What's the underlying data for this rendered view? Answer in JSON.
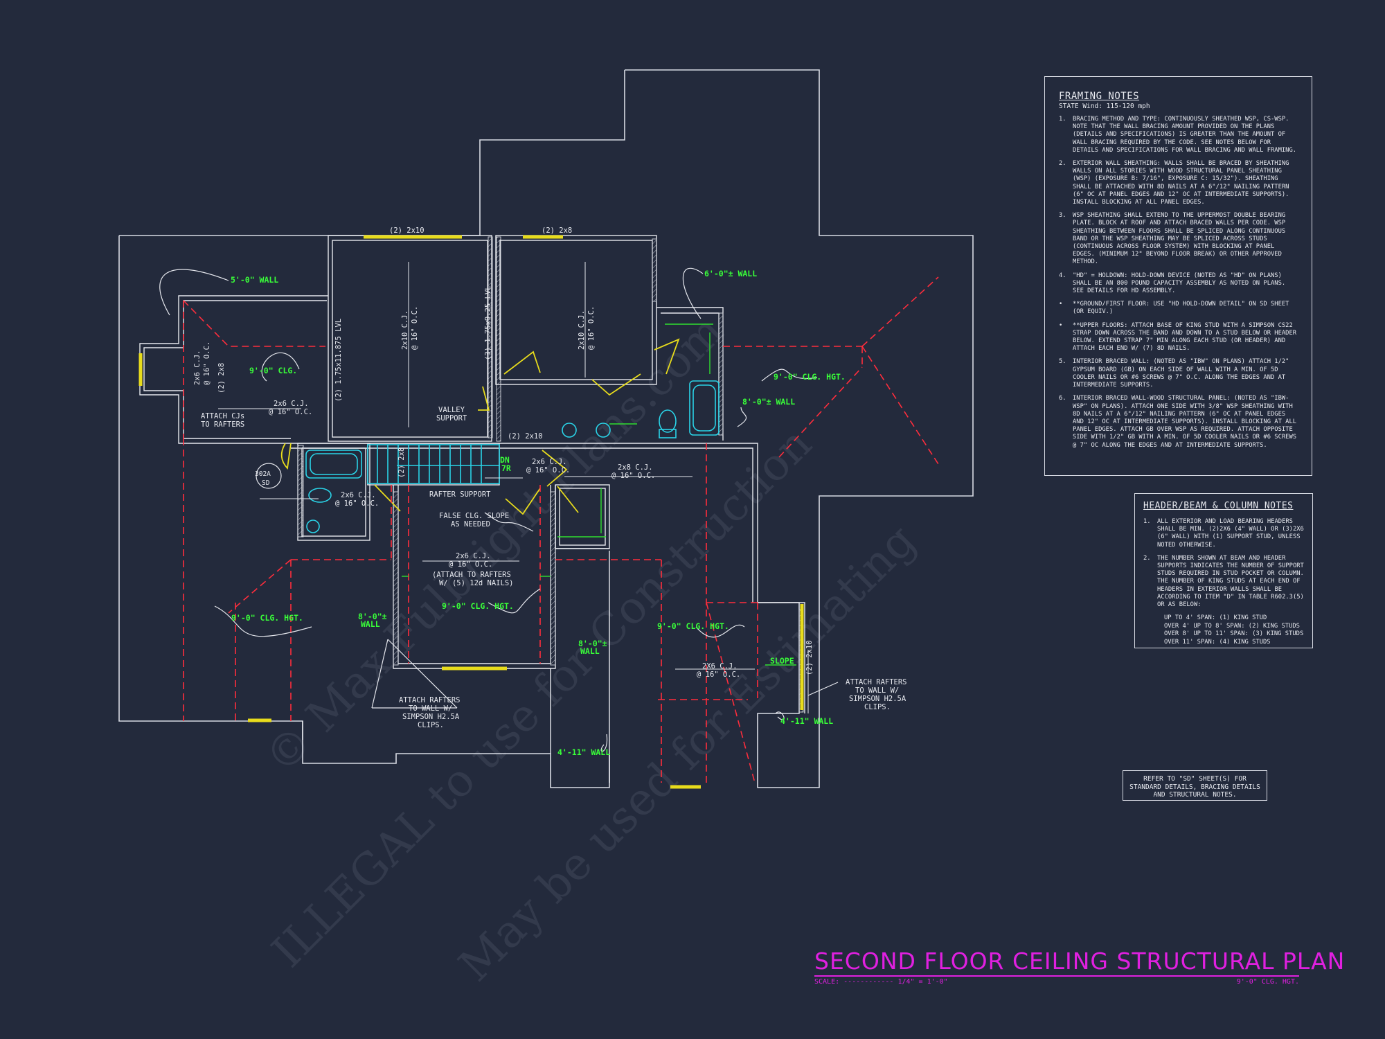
{
  "drawing": {
    "title": "SECOND FLOOR CEILING STRUCTURAL PLAN",
    "scale_label": "SCALE:",
    "scale_value": "1/4\" = 1'-0\"",
    "ceiling_height": "9'-0\" CLG. HGT."
  },
  "watermark": {
    "line1": "© Max Fulbright Plans.com",
    "line2": "ILLEGAL to use for Construction",
    "line3": "May be used for Estimating"
  },
  "framing_notes": {
    "title": "FRAMING NOTES",
    "subtitle": "STATE Wind: 115-120 mph",
    "items": [
      {
        "num": "1.",
        "text": "BRACING METHOD AND TYPE: CONTINUOUSLY SHEATHED WSP, CS-WSP. NOTE THAT THE WALL BRACING AMOUNT PROVIDED ON THE PLANS (DETAILS AND SPECIFICATIONS) IS GREATER THAN THE AMOUNT OF WALL BRACING REQUIRED BY THE CODE. SEE NOTES BELOW FOR DETAILS AND SPECIFICATIONS FOR WALL BRACING AND WALL FRAMING."
      },
      {
        "num": "2.",
        "text": "EXTERIOR WALL SHEATHING: WALLS SHALL BE BRACED BY SHEATHING WALLS ON ALL STORIES WITH WOOD STRUCTURAL PANEL SHEATHING (WSP) (EXPOSURE B: 7/16\", EXPOSURE C: 15/32\"). SHEATHING SHALL BE ATTACHED WITH 8d NAILS AT A 6\"/12\" NAILING PATTERN (6\" OC AT PANEL EDGES AND 12\" OC AT INTERMEDIATE SUPPORTS). INSTALL BLOCKING AT ALL PANEL EDGES."
      },
      {
        "num": "3.",
        "text": "WSP SHEATHING SHALL EXTEND TO THE UPPERMOST DOUBLE BEARING PLATE. BLOCK AT ROOF AND ATTACH BRACED WALLS PER CODE. WSP SHEATHING BETWEEN FLOORS SHALL BE SPLICED ALONG CONTINUOUS BAND OR THE WSP SHEATHING MAY BE SPLICED ACROSS STUDS (CONTINUOUS ACROSS FLOOR SYSTEM) WITH BLOCKING AT PANEL EDGES. (MINIMUM 12\" BEYOND FLOOR BREAK) OR OTHER APPROVED METHOD."
      },
      {
        "num": "4.",
        "text": "\"HD\" = HOLDOWN: HOLD-DOWN DEVICE (NOTED AS \"HD\" ON PLANS) SHALL BE AN 800 POUND CAPACITY ASSEMBLY AS NOTED ON PLANS. SEE DETAILS FOR HD ASSEMBLY."
      },
      {
        "num": "•",
        "text": "**GROUND/FIRST FLOOR: USE \"HD HOLD-DOWN DETAIL\" ON SD SHEET (OR EQUIV.)"
      },
      {
        "num": "•",
        "text": "**UPPER FLOORS: ATTACH BASE OF KING STUD WITH A SIMPSON CS22 STRAP DOWN ACROSS THE BAND AND DOWN TO A STUD BELOW OR HEADER BELOW. EXTEND STRAP 7\" MIN ALONG EACH STUD (OR HEADER) AND ATTACH EACH END W/ (7) 8d NAILS."
      },
      {
        "num": "5.",
        "text": "INTERIOR BRACED WALL: (NOTED AS \"IBW\" ON PLANS) ATTACH 1/2\" GYPSUM BOARD (GB) ON EACH SIDE OF WALL WITH A MIN. OF 5d COOLER NAILS OR #6 SCREWS @ 7\" O.C. ALONG THE EDGES AND AT INTERMEDIATE SUPPORTS."
      },
      {
        "num": "6.",
        "text": "INTERIOR BRACED WALL-WOOD STRUCTURAL PANEL: (NOTED AS \"IBW-WSP\" ON PLANS). ATTACH ONE SIDE WITH 3/8\" WSP SHEATHING WITH 8d NAILS AT A 6\"/12\" NAILING PATTERN (6\" OC AT PANEL EDGES AND 12\" OC AT INTERMEDIATE SUPPORTS). INSTALL BLOCKING AT ALL PANEL EDGES. ATTACH GB OVER WSP AS REQUIRED. ATTACH OPPOSITE SIDE WITH 1/2\" GB WITH A MIN. OF 5d COOLER NAILS OR #6 SCREWS @ 7\" OC ALONG THE EDGES AND AT INTERMEDIATE SUPPORTS."
      }
    ]
  },
  "header_notes": {
    "title": "HEADER/BEAM & COLUMN NOTES",
    "items": [
      {
        "num": "1.",
        "text": "ALL EXTERIOR AND LOAD BEARING HEADERS SHALL BE MIN. (2)2x6 (4\" WALL) OR (3)2x6 (6\" WALL) WITH (1) SUPPORT STUD, UNLESS NOTED OTHERWISE."
      },
      {
        "num": "2.",
        "text": "THE NUMBER SHOWN AT BEAM AND HEADER SUPPORTS INDICATES THE NUMBER OF SUPPORT STUDS REQUIRED IN STUD POCKET OR COLUMN. THE NUMBER OF KING STUDS AT EACH END OF HEADERS IN EXTERIOR WALLS SHALL BE ACCORDING TO ITEM \"d\" IN TABLE R602.3(5) OR AS BELOW:"
      }
    ],
    "spans": [
      "UP TO 4' SPAN: (1) KING STUD",
      "OVER 4' UP TO 8' SPAN: (2) KING STUDS",
      "OVER 8' UP TO 11' SPAN: (3) KING STUDS",
      "OVER 11' SPAN: (4) KING STUDS"
    ]
  },
  "refer_note": "REFER TO \"SD\" SHEET(S) FOR STANDARD DETAILS, BRACING DETAILS AND STRUCTURAL NOTES.",
  "plan_labels": {
    "beam_2x10_top": "(2) 2x10",
    "beam_2x8_top": "(2) 2x8",
    "beam_2x10_stair": "(2) 2x10",
    "beam_2x8_vert": "(2) 2x8",
    "beam_2x10_right": "(2) 2x10",
    "beam_2x8_left": "(2) 2x8",
    "lvl_1": "(2) 1.75x11.875 LVL",
    "lvl_2": "(3) 1.75x9.25 LVL",
    "cj_room1": "2x10 C.J.",
    "cj_room1_oc": "@ 16\" O.C.",
    "cj_room2": "2x10 C.J.",
    "cj_room2_oc": "@ 16\" O.C.",
    "cj_left": "2x6 C.J.",
    "cj_left_oc": "@ 16\" O.C.",
    "cj_attach": "2x6 C.J.",
    "cj_attach_oc": "@ 16\" O.C.",
    "attach_cjs_1": "ATTACH CJs",
    "attach_cjs_2": "TO RAFTERS",
    "cj_bath": "2x6 C.J.",
    "cj_bath_oc": "@ 16\" O.C.",
    "cj_hall": "2x6 C.J.",
    "cj_hall_oc": "@ 16\" O.C.",
    "cj_2x8": "2x8 C.J.",
    "cj_2x8_oc": "@ 16\" O.C.",
    "cj_center": "2x6 C.J.",
    "cj_center_oc": "@ 16\" O.C.",
    "cj_center_attach1": "(ATTACH TO RAFTERS",
    "cj_center_attach2": "W/ (5) 12d NAILS)",
    "cj_right": "2X6 C.J.",
    "cj_right_oc": "@ 16\" O.C.",
    "valley_1": "VALLEY",
    "valley_2": "SUPPORT",
    "rafter_support": "RAFTER SUPPORT",
    "false_clg_1": "FALSE CLG. SLOPE",
    "false_clg_2": "AS NEEDED",
    "attach_rafters_l1": "ATTACH RAFTERS",
    "attach_rafters_l2": "TO WALL W/",
    "attach_rafters_l3": "SIMPSON H2.5A",
    "attach_rafters_l4": "CLIPS.",
    "attach_rafters_r1": "ATTACH RAFTERS",
    "attach_rafters_r2": "TO WALL W/",
    "attach_rafters_r3": "SIMPSON H2.5A",
    "attach_rafters_r4": "CLIPS.",
    "wall_5": "5'-0\" WALL",
    "wall_6": "6'-0\"± WALL",
    "wall_8_right": "8'-0\"± WALL",
    "wall_8_left_1": "8'-0\"±",
    "wall_8_left_2": "WALL",
    "wall_8_mid_1": "8'-0\"±",
    "wall_8_mid_2": "WALL",
    "wall_4_11_a": "4'-11\" WALL",
    "wall_4_11_b": "4'-11\" WALL",
    "clg_9_left": "9'-0\" CLG.",
    "clg_9_a": "9'-0\" CLG. HGT.",
    "clg_9_b": "9'-0\" CLG. HGT.",
    "clg_9_c": "9'-0\" CLG. HGT.",
    "clg_9_d": "9'-0\" CLG. HGT.",
    "slope": "SLOPE",
    "dn_1": "DN",
    "dn_2": "7R",
    "section_num": "302A",
    "section_sheet": "SD"
  }
}
